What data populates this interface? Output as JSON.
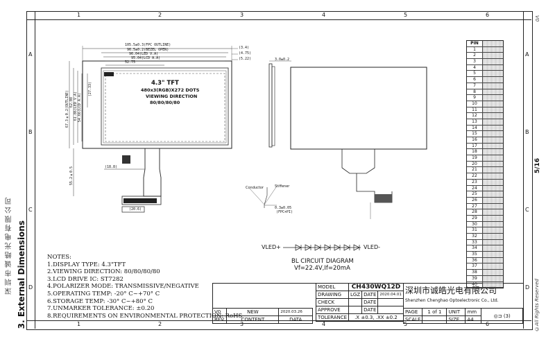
{
  "sheet": {
    "section_title": "3. External Dimensions",
    "company_side": "深圳市诚皓光电有限公司",
    "page_label": "5/16",
    "version": "V0",
    "rights": "©All Rights Reserved",
    "col_numbers": [
      "1",
      "2",
      "3",
      "4",
      "5",
      "6"
    ],
    "row_letters": [
      "A",
      "B",
      "C",
      "D"
    ]
  },
  "panel": {
    "size": "4.3\" TFT",
    "resolution": "480x3(RGB)X272 DOTS",
    "vd_label": "VIEWING DIRECTION",
    "vd_value": "80/80/80/80",
    "dims_top": [
      "105.5±0.3(FPC OUTLINE)",
      "96.5±0.2(BEZEL OPEN)",
      "96.04(LED V.A)",
      "95.04(LCD A.A)",
      "52.75"
    ],
    "dims_right": [
      "(3.4)",
      "(4.75)",
      "(5.22)"
    ],
    "dims_left": [
      "67.3±0.2(OUTLINE)",
      "62.08",
      "61.86(LED V.A)",
      "54.66(LCD A.A)",
      "(27.33)"
    ],
    "dims_fpc": [
      "(18.8)",
      "55.2±0.5",
      "(20.6)"
    ],
    "thickness": "3.0±0.2",
    "labels": {
      "conductor": "Conductor",
      "stiffener": "Stiffener",
      "fpc_thickness": "0.3±0.05",
      "fpc_note": "(FPC+PI)"
    }
  },
  "bl_circuit": {
    "left": "VLED+",
    "right": "VLED-",
    "title": "BL CIRCUIT DIAGRAM",
    "spec": "Vf=22.4V,If=20mA"
  },
  "notes": {
    "title": "NOTES:",
    "items": [
      "1.DISPLAY TYPE:  4.3\"TFT",
      "2.VIEWING DIRECTION: 80/80/80/80",
      "3.LCD DRIVE IC: ST7282",
      "4.POLARIZER MODE: TRANSMISSIVE/NEGATIVE",
      "5.OPERATING TEMP: -20° C~+70° C",
      "6.STORAGE TEMP: -30° C~+80° C",
      "7.UNMARKER TOLERANCE: ±0.20",
      "8.REQUIREMENTS ON ENVIRONMENTAL PROTECTION: RoHS"
    ]
  },
  "title_block": {
    "model_label": "MODEL",
    "model_value": "CH430WQ12D",
    "drawing_label": "DRAWING",
    "drawing_value": "LGZ",
    "date_label": "DATE",
    "drawing_date": "2020.04.01",
    "check_label": "CHECK",
    "approve_label": "APPROVE",
    "company_cn": "深圳市诚皓光电有限公司",
    "company_en": "Shenzhen Chenghao Optoelectronic Co., Ltd.",
    "rev_row": {
      "rev": "V0",
      "content": "NEW",
      "date": "2020.03.26"
    },
    "rev_header": {
      "rev": "REV.",
      "content": "CONTENT",
      "date": "DATA"
    },
    "tolerance_label": "TOLERANCE",
    "tolerance_value": ".X ±0.3, .XX ±0.2",
    "scale_label": "SCALE",
    "page_label": "PAGE",
    "page_value": "1 of 1",
    "unit_label": "UNIT",
    "unit_value": "mm",
    "size_label": "SIZE",
    "size_value": "A4",
    "proj_label": "(3)"
  },
  "pins": {
    "header": "PIN",
    "numbers": [
      "1",
      "2",
      "3",
      "4",
      "5",
      "6",
      "7",
      "8",
      "9",
      "10",
      "11",
      "12",
      "13",
      "14",
      "15",
      "16",
      "17",
      "18",
      "19",
      "20",
      "21",
      "22",
      "23",
      "24",
      "25",
      "26",
      "27",
      "28",
      "29",
      "30",
      "31",
      "32",
      "33",
      "34",
      "35",
      "36",
      "37",
      "38",
      "39",
      "40"
    ]
  }
}
